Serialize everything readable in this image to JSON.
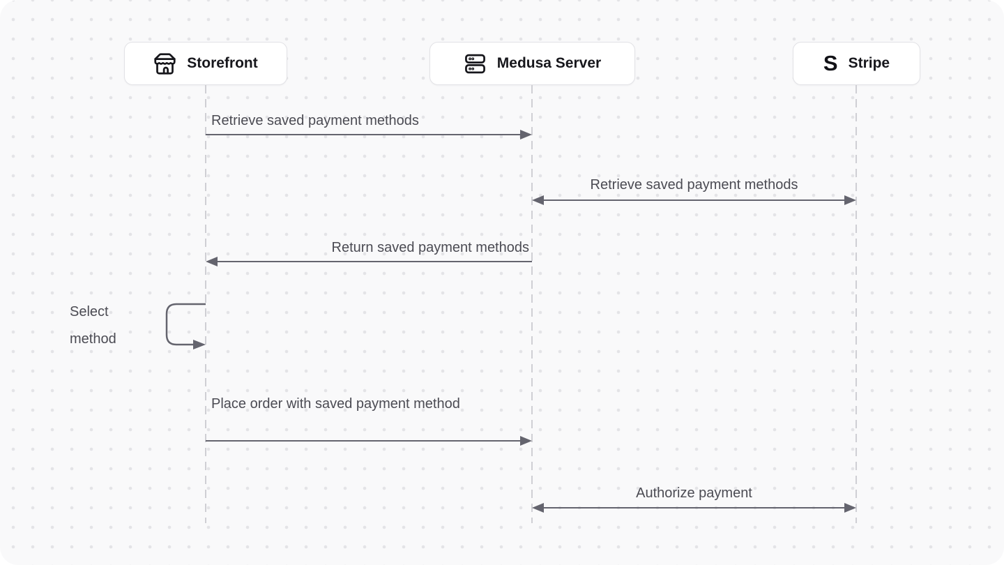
{
  "diagram": {
    "type": "sequence",
    "actors": [
      {
        "label": "Storefront",
        "icon": "store-icon"
      },
      {
        "label": "Medusa Server",
        "icon": "server-icon"
      },
      {
        "label": "Stripe",
        "icon": "stripe-logo",
        "logo_text": "S"
      }
    ],
    "messages": [
      {
        "from": "Storefront",
        "to": "Medusa Server",
        "direction": "right",
        "label": "Retrieve saved payment methods"
      },
      {
        "from": "Medusa Server",
        "to": "Stripe",
        "direction": "both",
        "label": "Retrieve saved payment methods"
      },
      {
        "from": "Medusa Server",
        "to": "Storefront",
        "direction": "left",
        "label": "Return saved payment methods"
      },
      {
        "from": "Storefront",
        "to": "Storefront",
        "direction": "self",
        "label": "Select method"
      },
      {
        "from": "Storefront",
        "to": "Medusa Server",
        "direction": "right",
        "label": "Place order with saved payment method"
      },
      {
        "from": "Medusa Server",
        "to": "Stripe",
        "direction": "both",
        "label": "Authorize payment"
      }
    ],
    "colors": {
      "panel_background": "#f9f9fa",
      "dot_grid": "#e4e4e7",
      "arrow": "#64646e",
      "message_text": "#4b4b53",
      "actor_text": "#17171c",
      "actor_border": "#e2e2e6",
      "lifeline": "#cfcfd4"
    }
  }
}
